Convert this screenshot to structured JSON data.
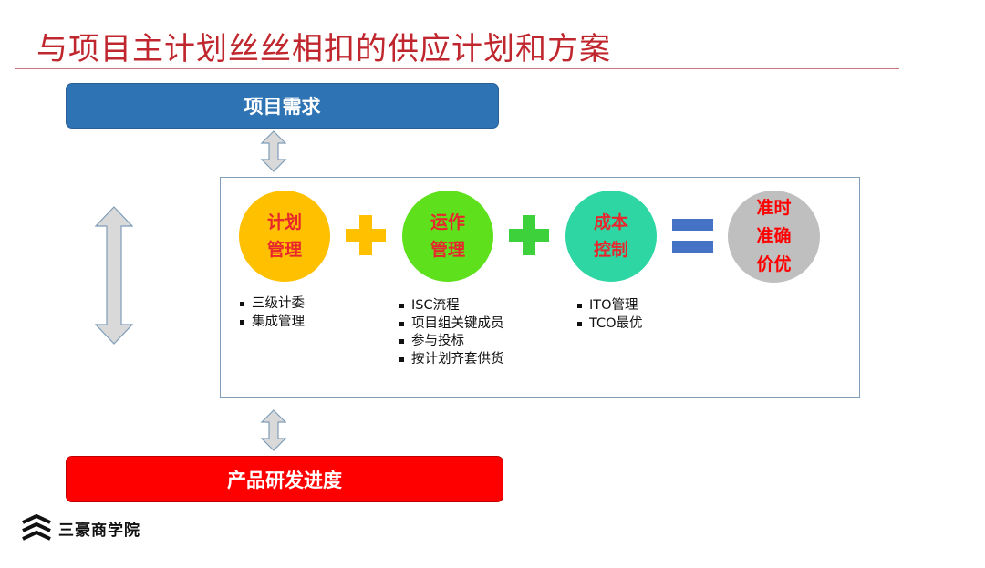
{
  "title": "与项目主计划丝丝相扣的供应计划和方案",
  "top_bar": "项目需求",
  "bottom_bar": "产品研发进度",
  "circles": [
    {
      "lines": [
        "计划",
        "管理"
      ],
      "color": "#ffc000"
    },
    {
      "lines": [
        "运作",
        "管理"
      ],
      "color": "#5ee11c"
    },
    {
      "lines": [
        "成本",
        "控制"
      ],
      "color": "#2ed6a3"
    },
    {
      "lines": [
        "准时",
        "准确",
        "价优"
      ],
      "color": "#bfbfbf"
    }
  ],
  "lists": [
    [
      "三级计委",
      "集成管理"
    ],
    [
      "ISC流程",
      "项目组关键成员",
      "参与投标",
      "按计划齐套供货"
    ],
    [
      "ITO管理",
      "TCO最优"
    ]
  ],
  "logo": {
    "text": "三豪商学院",
    "icon": "stacked-chevrons-icon"
  },
  "colors": {
    "title": "#c0262d",
    "top_bar": "#2e74b5",
    "bottom_bar": "#ff0000",
    "plus_orange": "#ffc000",
    "plus_green": "#3dd13c",
    "equals": "#4472c4",
    "circle_text": "#e8262d"
  }
}
